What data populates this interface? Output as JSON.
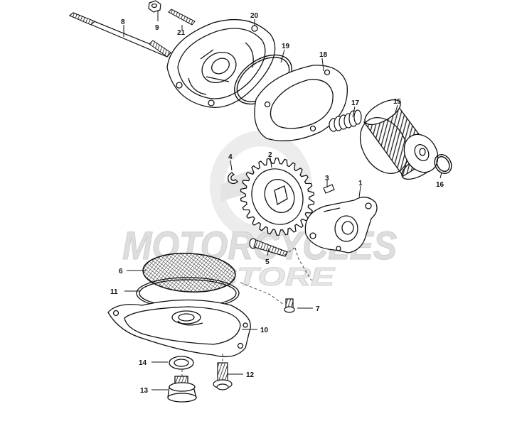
{
  "watermark": {
    "line1": "MOTORCYCLES",
    "line2": "STORE"
  },
  "labels": {
    "l1": "1",
    "l2": "2",
    "l3": "3",
    "l4": "4",
    "l5": "5",
    "l6": "6",
    "l7": "7",
    "l8": "8",
    "l9": "9",
    "l10": "10",
    "l11": "11",
    "l12": "12",
    "l13": "13",
    "l14": "14",
    "l15": "15",
    "l16": "16",
    "l17": "17",
    "l18": "18",
    "l19": "19",
    "l20": "20",
    "l21": "21"
  },
  "colors": {
    "ink": "#111111",
    "watermark": "#d6d6d6"
  }
}
